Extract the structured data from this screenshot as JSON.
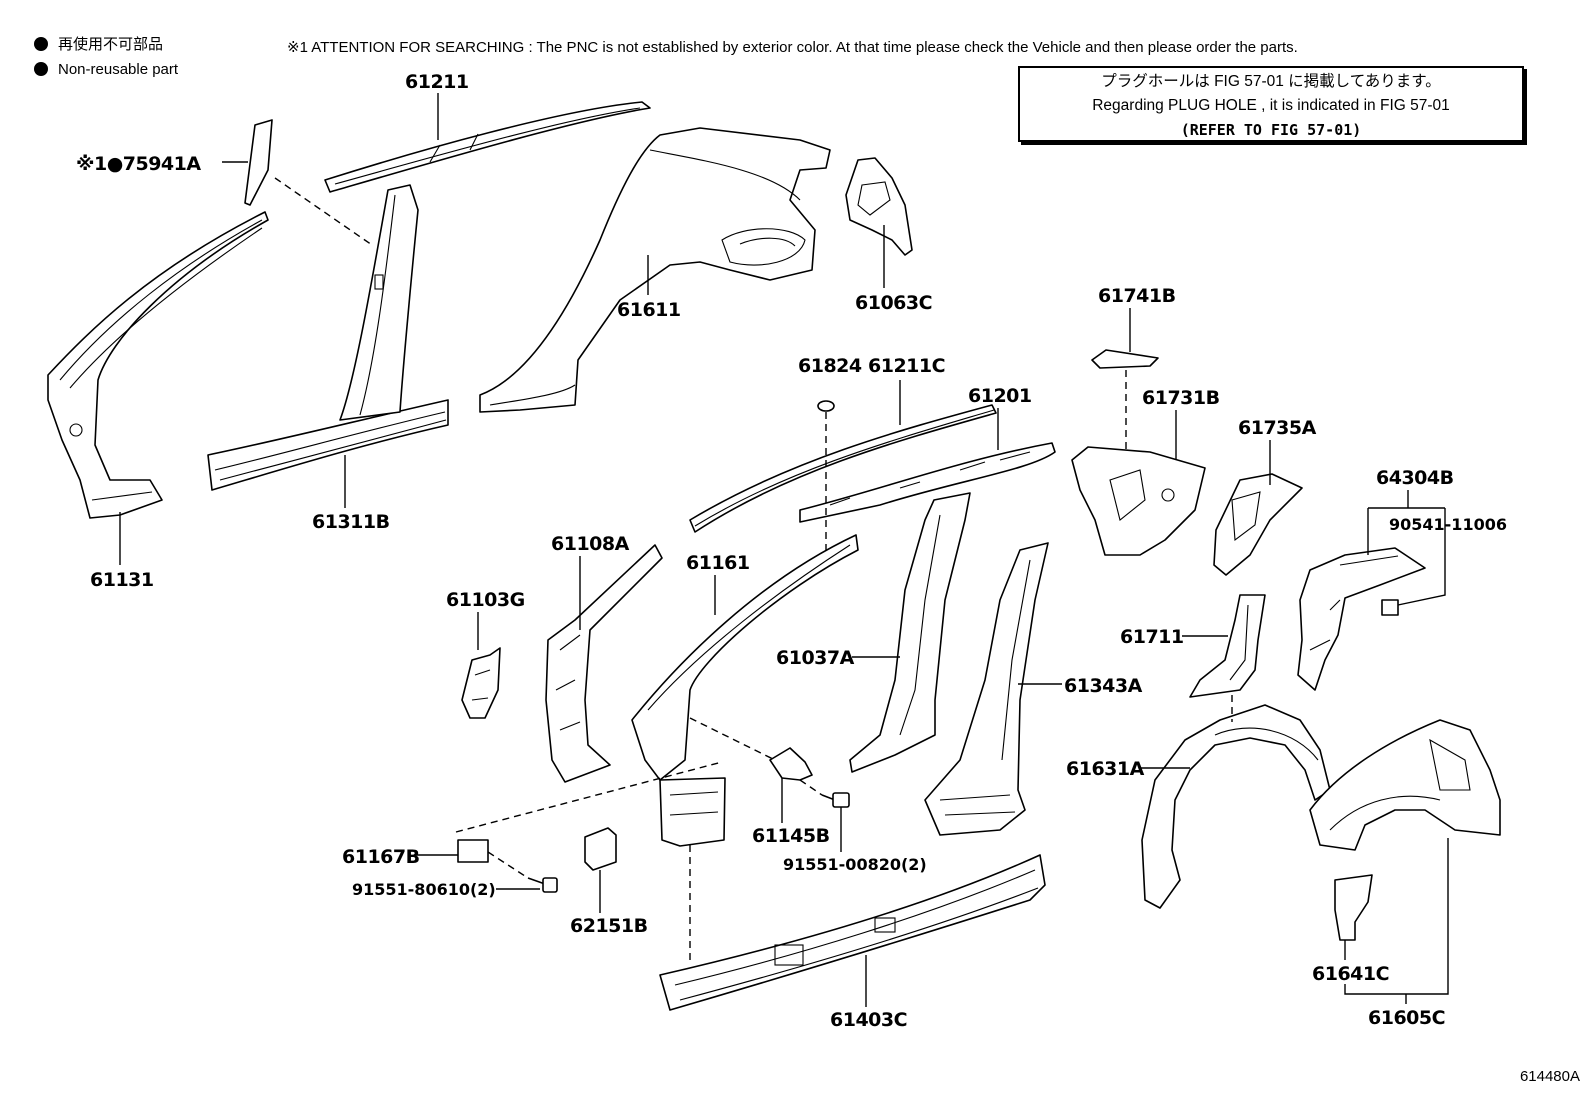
{
  "legend": {
    "jp": "再使用不可部品",
    "en": "Non-reusable part"
  },
  "attention": "※1 ATTENTION FOR SEARCHING : The PNC is not established by exterior color. At that time please check the Vehicle and then please order the parts.",
  "ref_box": {
    "line1": "プラグホールは FIG 57-01 に掲載してあります。",
    "line2": "Regarding PLUG HOLE , it is indicated in FIG 57-01",
    "line3": "(REFER TO FIG 57-01)"
  },
  "figure_number": "614480A",
  "parts": {
    "p75941A": "※1●75941A",
    "p61211": "61211",
    "p61611": "61611",
    "p61063C": "61063C",
    "p61131": "61131",
    "p61311B": "61311B",
    "p61741B": "61741B",
    "p61731B": "61731B",
    "p61735A": "61735A",
    "p64304B": "64304B",
    "p90541": "90541-11006",
    "p61824": "61824",
    "p61211C": "61211C",
    "p61201": "61201",
    "p61108A": "61108A",
    "p61161": "61161",
    "p61103G": "61103G",
    "p61037A": "61037A",
    "p61343A": "61343A",
    "p61711": "61711",
    "p61631A": "61631A",
    "p61167B": "61167B",
    "p91551_806": "91551-80610(2)",
    "p62151B": "62151B",
    "p61145B": "61145B",
    "p91551_008": "91551-00820(2)",
    "p61403C": "61403C",
    "p61641C": "61641C",
    "p61605C": "61605C"
  }
}
